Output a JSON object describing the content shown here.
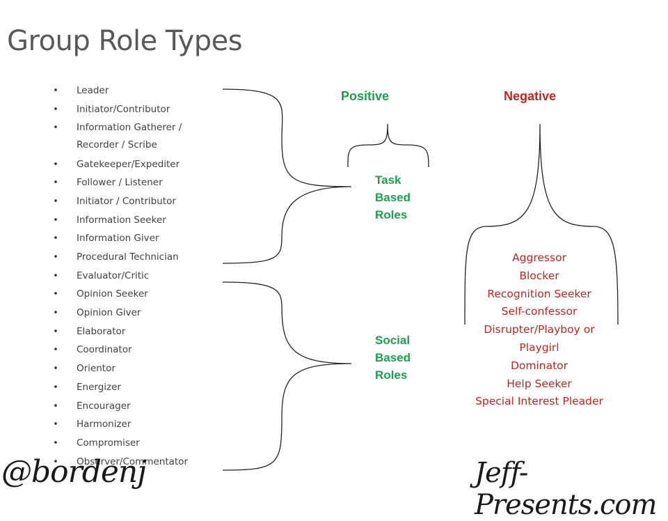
{
  "title": "Group Role Types",
  "roles": [
    "Leader",
    "Initiator/Contributor",
    "Information Gatherer / Recorder / Scribe",
    "Gatekeeper/Expediter",
    "Follower / Listener",
    "Initiator / Contributor",
    "Information Seeker",
    "Information Giver",
    "Procedural Technician",
    "Evaluator/Critic",
    "Opinion Seeker",
    "Opinion Giver",
    "Elaborator",
    "Coordinator",
    "Orientor",
    "Energizer",
    "Encourager",
    "Harmonizer",
    "Compromiser",
    "Observer/Commentator"
  ],
  "roles_wrapped": {
    "line1": "Information Gatherer /",
    "line2": "Recorder / Scribe"
  },
  "positive_header": "Positive",
  "negative_header": "Negative",
  "task_label": [
    "Task",
    "Based",
    "Roles"
  ],
  "social_label": [
    "Social",
    "Based",
    "Roles"
  ],
  "negative_roles": [
    "Aggressor",
    "Blocker",
    "Recognition Seeker",
    "Self-confessor",
    "Disrupter/Playboy or",
    "Playgirl",
    "Dominator",
    "Help Seeker",
    "Special Interest Pleader"
  ],
  "signature_left": "@bordenj",
  "signature_right": "Jeff-Presents.com",
  "colors": {
    "positive": "#1aa04e",
    "negative": "#c0261f",
    "text": "#404040",
    "title": "#595959"
  }
}
